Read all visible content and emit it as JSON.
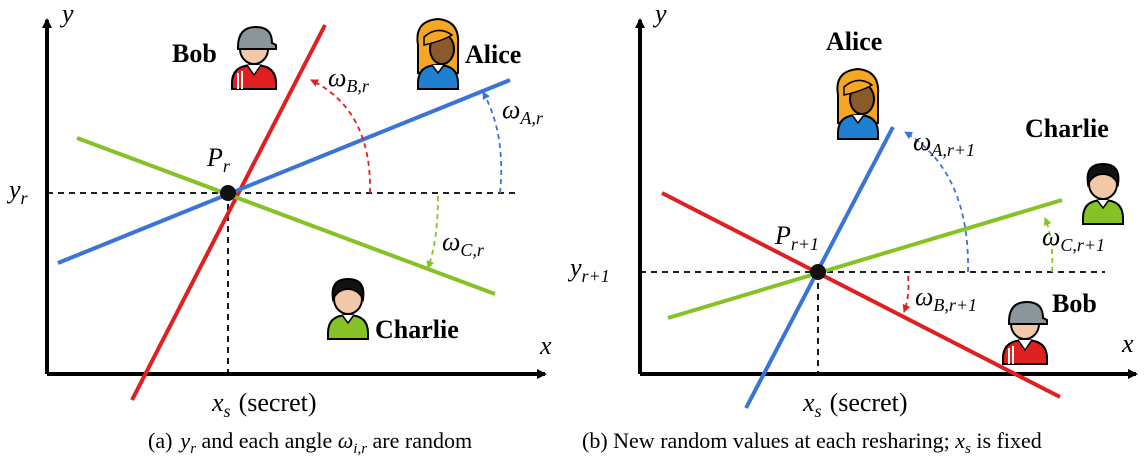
{
  "panel_a": {
    "axis_x": "x",
    "axis_y": "y",
    "point": "P",
    "point_sub": "r",
    "y_tick": "y",
    "y_tick_sub": "r",
    "x_tick": "x",
    "x_tick_sub": "s",
    "x_tick_note": "(secret)",
    "angle_bob": "ω",
    "angle_bob_sub": "B,r",
    "angle_alice": "ω",
    "angle_alice_sub": "A,r",
    "angle_charlie": "ω",
    "angle_charlie_sub": "C,r",
    "name_bob": "Bob",
    "name_alice": "Alice",
    "name_charlie": "Charlie",
    "caption_prefix": "(a)",
    "caption_y": "y",
    "caption_y_sub": "r",
    "caption_mid": " and each angle ",
    "caption_omega": "ω",
    "caption_omega_sub": "i,r",
    "caption_end": " are random"
  },
  "panel_b": {
    "axis_x": "x",
    "axis_y": "y",
    "point": "P",
    "point_sub": "r+1",
    "y_tick": "y",
    "y_tick_sub": "r+1",
    "x_tick": "x",
    "x_tick_sub": "s",
    "x_tick_note": "(secret)",
    "angle_alice": "ω",
    "angle_alice_sub": "A,r+1",
    "angle_charlie": "ω",
    "angle_charlie_sub": "C,r+1",
    "angle_bob": "ω",
    "angle_bob_sub": "B,r+1",
    "name_alice": "Alice",
    "name_charlie": "Charlie",
    "name_bob": "Bob",
    "caption_prefix": "(b)",
    "caption_text": " New random values at each resharing; ",
    "caption_x": "x",
    "caption_x_sub": "s",
    "caption_end": " is fixed"
  },
  "colors": {
    "bob": "#e02020",
    "alice": "#3a74d6",
    "charlie": "#84c225",
    "axis": "#000000"
  }
}
